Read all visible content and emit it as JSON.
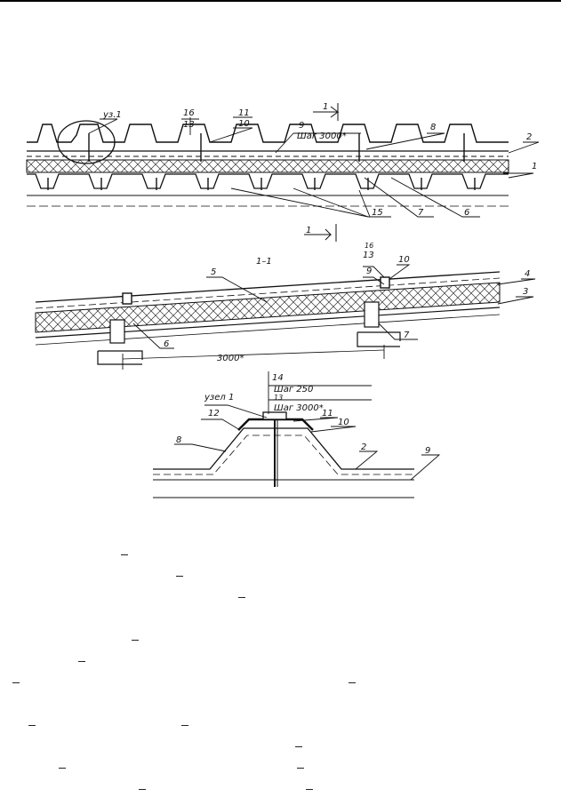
{
  "drawing": {
    "top_section": {
      "node_label": "уз.1",
      "section_mark": "1",
      "spacing_note": "Шаг 3000*",
      "callouts": [
        "16",
        "13",
        "11",
        "10",
        "9",
        "8",
        "2",
        "1",
        "15",
        "7",
        "6"
      ]
    },
    "section_view": {
      "title": "1–1",
      "span_dimension": "3000*",
      "callouts": [
        "5",
        "16",
        "13",
        "9",
        "10",
        "4",
        "3",
        "6",
        "7"
      ]
    },
    "detail_node": {
      "title": "узел 1",
      "callout_14": "14",
      "spacing_250": "Шаг 250",
      "callout_13": "13",
      "spacing_3000": "Шаг 3000*",
      "callouts": [
        "12",
        "11",
        "10",
        "8",
        "2",
        "9"
      ]
    }
  }
}
